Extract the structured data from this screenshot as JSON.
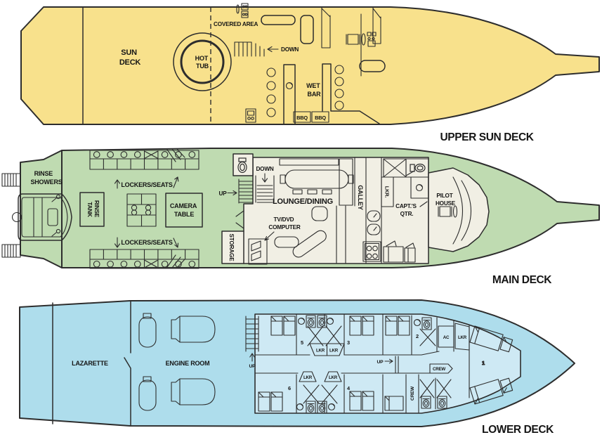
{
  "colors": {
    "upper_hull": "#F8E18C",
    "main_hull": "#BFDBB1",
    "lower_hull": "#AEDDEC",
    "lower_rooms": "#CEE9F4",
    "interior": "#F1EFE4",
    "outline": "#2D2D2D",
    "background": "#FFFFFF"
  },
  "upper_deck": {
    "title": "UPPER SUN DECK",
    "covered_area": "COVERED AREA",
    "sun_line1": "SUN",
    "sun_line2": "DECK",
    "hot_line1": "HOT",
    "hot_line2": "TUB",
    "down": "DOWN",
    "wet_line1": "WET",
    "wet_line2": "BAR",
    "bbq_left": "BBQ",
    "bbq_right": "BBQ"
  },
  "main_deck": {
    "title": "MAIN DECK",
    "rinse_line1": "RINSE",
    "rinse_line2": "SHOWERS",
    "lockers_top": "LOCKERS/SEATS",
    "lockers_bottom": "LOCKERS/SEATS",
    "rinse_tank_line1": "RINSE",
    "rinse_tank_line2": "TANK",
    "camera_line1": "CAMERA",
    "camera_line2": "TABLE",
    "down": "DOWN",
    "up": "UP",
    "lounge_dining": "LOUNGE/DINING",
    "tv_line1": "TV/DVD",
    "tv_line2": "COMPUTER",
    "storage": "STORAGE",
    "galley": "GALLEY",
    "lkr": "LKR.",
    "capt_line1": "CAPT.'S",
    "capt_line2": "QTR.",
    "pilot_line1": "PILOT",
    "pilot_line2": "HOUSE"
  },
  "lower_deck": {
    "title": "LOWER DECK",
    "lazarette": "LAZARETTE",
    "engine_room": "ENGINE ROOM",
    "up_stern": "UP",
    "up_mid": "UP",
    "cabin1": "1",
    "cabin2": "2",
    "cabin3": "3",
    "cabin4": "4",
    "cabin5": "5",
    "cabin6": "6",
    "lkr_top_left": "LKR",
    "lkr_top_right": "LKR",
    "lkr_bottom_left": "LKR",
    "lkr_bottom_right": "LKR",
    "lkr_fwd": "LKR",
    "ac": "AC",
    "crew_side": "CREW",
    "crew_fwd": "CREW"
  }
}
